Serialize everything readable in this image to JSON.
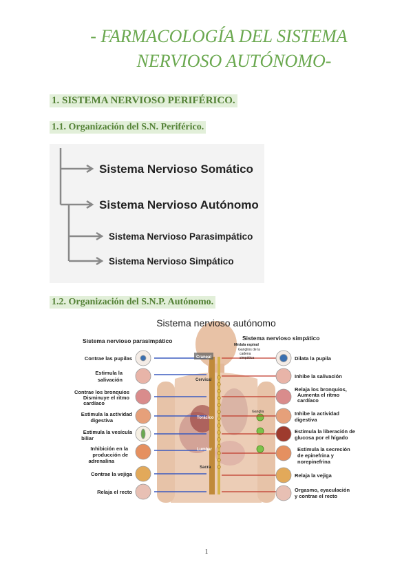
{
  "title": {
    "line1": "- FARMACOLOGÍA DEL SISTEMA",
    "line2": "NERVIOSO AUTÓNOMO-"
  },
  "section1": {
    "heading": "1. SISTEMA NERVIOSO PERIFÉRICO."
  },
  "subsection1": {
    "heading": "1.1. Organización del S.N. Periférico."
  },
  "tree": {
    "somatic": "Sistema Nervioso Somático",
    "autonomic": "Sistema Nervioso Autónomo",
    "parasympathetic": "Sistema Nervioso Parasimpático",
    "sympathetic": "Sistema Nervioso Simpático"
  },
  "subsection2": {
    "heading": "1.2. Organización del S.N.P. Autónomo."
  },
  "figure": {
    "title": "Sistema nervioso autónomo",
    "left_header": "Sistema nervioso parasimpático",
    "right_header": "Sistema nervioso simpático",
    "spine_labels": [
      "Médula espinal",
      "Ganglios de la",
      "cadena",
      "simpática"
    ],
    "regions": [
      "Craneal",
      "Cervical",
      "Torácico",
      "Lumbar",
      "Sacra"
    ],
    "ganglia": "Ganglia",
    "left_items": [
      [
        "Contrae las pupilas"
      ],
      [
        "Estimula la",
        "salivación"
      ],
      [
        "Contrae los bronquios",
        "Disminuye el ritmo",
        "cardíaco"
      ],
      [
        "Estimula la actividad",
        "digestiva"
      ],
      [
        "Estimula la vesícula",
        "biliar"
      ],
      [
        "Inhibición en la",
        "producción de",
        "adrenalina"
      ],
      [
        "Contrae la vejiga"
      ],
      [
        "Relaja el recto"
      ]
    ],
    "right_items": [
      [
        "Dilata la pupila"
      ],
      [
        "Inhibe la salivación"
      ],
      [
        "Relaja los bronquios,",
        "Aumenta el ritmo",
        "cardíaco"
      ],
      [
        "Inhibe la actividad",
        "digestiva"
      ],
      [
        "Estimula la liberación de",
        "glucosa por el hígado"
      ],
      [
        "Estimula la secreción",
        "de epinefrina y",
        "norepinefrina"
      ],
      [
        "Relaja la vejiga"
      ],
      [
        "Orgasmo, eyaculación",
        "y contrae el recto"
      ]
    ]
  },
  "page_number": "1",
  "colors": {
    "accent": "#6aa84f",
    "highlight": "#e2efd9",
    "nerve_blue": "#3b5bbf",
    "nerve_red": "#c0392b"
  }
}
